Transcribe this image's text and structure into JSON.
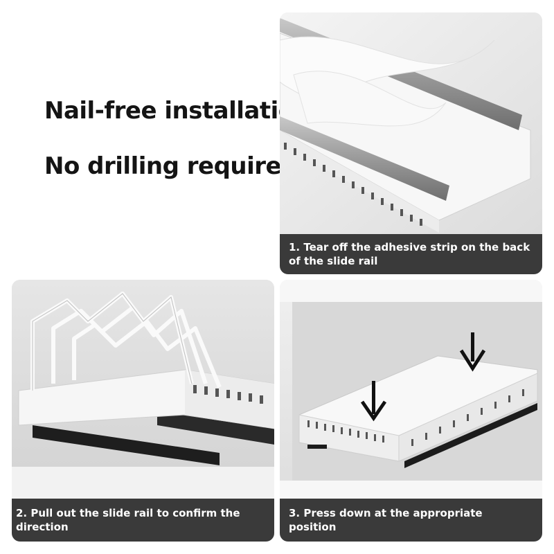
{
  "headlines": {
    "line1": "Nail-free installation",
    "line2": "No drilling required"
  },
  "steps": [
    {
      "caption": "1. Tear off the adhesive strip on the back of the slide rail"
    },
    {
      "caption": "2. Pull out the slide rail to confirm the direction"
    },
    {
      "caption": "3. Press down at the appropriate position"
    }
  ],
  "colors": {
    "caption_background": "#3a3a3a",
    "caption_text": "#ffffff",
    "headline_text": "#141414",
    "arrow": "#111111"
  },
  "icons": [
    "arrow-down-icon",
    "arrow-down-icon"
  ]
}
